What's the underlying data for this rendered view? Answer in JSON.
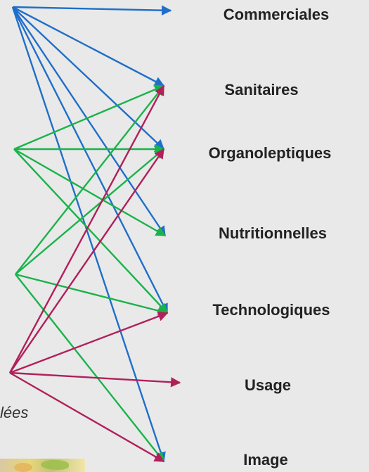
{
  "targets": [
    {
      "id": "commerciales",
      "label": "Commerciales"
    },
    {
      "id": "sanitaires",
      "label": "Sanitaires"
    },
    {
      "id": "organoleptiques",
      "label": "Organoleptiques"
    },
    {
      "id": "nutritionnelles",
      "label": "Nutritionnelles"
    },
    {
      "id": "technologiques",
      "label": "Technologiques"
    },
    {
      "id": "usage",
      "label": "Usage"
    },
    {
      "id": "image",
      "label": "Image"
    }
  ],
  "sources": [
    {
      "id": "source-blue",
      "color": "#1f6fc9"
    },
    {
      "id": "source-green",
      "color": "#19b34a"
    },
    {
      "id": "source-green-2",
      "color": "#19b34a"
    },
    {
      "id": "source-crimson",
      "color": "#b0205a"
    }
  ],
  "partial_text": "lées",
  "thumbnail": {
    "icon": "food-photo"
  }
}
